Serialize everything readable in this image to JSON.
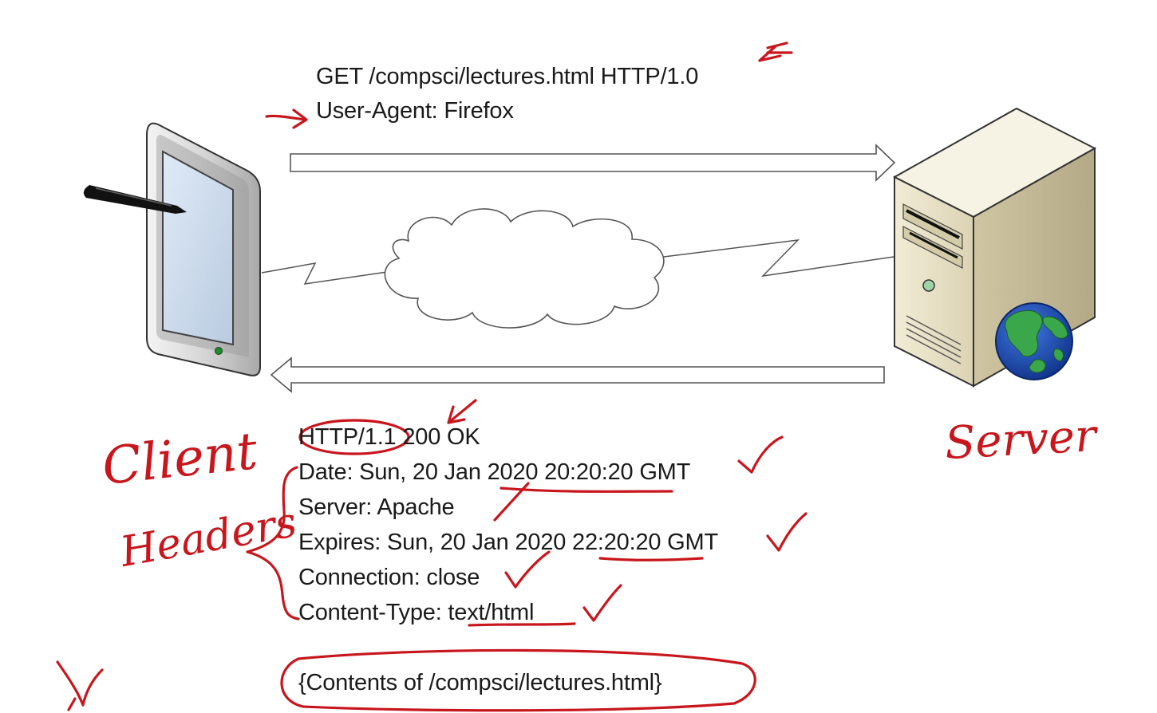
{
  "request": {
    "request_line": "GET /compsci/lectures.html HTTP/1.0",
    "headers": [
      "User-Agent: Firefox"
    ]
  },
  "response": {
    "status_line": "HTTP/1.1 200 OK",
    "headers": [
      "Date: Sun, 20 Jan 2020 20:20:20 GMT",
      "Server: Apache",
      "Expires: Sun, 20 Jan 2020 22:20:20 GMT",
      "Connection: close",
      "Content-Type: text/html"
    ],
    "body": "{Contents of /compsci/lectures.html}"
  },
  "annotations": {
    "client": "Client",
    "headers": "Headers",
    "server": "Server"
  },
  "colors": {
    "ink": "#c8161d",
    "text": "#1a1a1a",
    "server_case": "#e8e1c6",
    "globe_ocean": "#1d4fc2",
    "globe_land": "#3aa84a"
  },
  "icons": [
    "tablet-icon",
    "stylus-icon",
    "cloud-icon",
    "server-icon",
    "globe-icon"
  ]
}
